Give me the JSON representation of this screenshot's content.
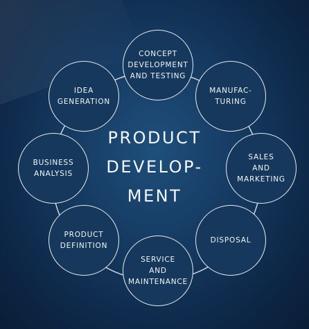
{
  "diagram": {
    "center_title": "PRODUCT\nDEVELOP-\nMENT",
    "stages": [
      {
        "id": "concept",
        "label": "CONCEPT\nDEVELOPMENT\nAND TESTING"
      },
      {
        "id": "manufacturing",
        "label": "MANUFAC-\nTURING"
      },
      {
        "id": "sales",
        "label": "SALES\nAND\nMARKETING"
      },
      {
        "id": "disposal",
        "label": "DISPOSAL"
      },
      {
        "id": "service",
        "label": "SERVICE\nAND\nMAINTENANCE"
      },
      {
        "id": "product-definition",
        "label": "PRODUCT\nDEFINITION"
      },
      {
        "id": "business-analysis",
        "label": "BUSINESS\nANALYSIS"
      },
      {
        "id": "idea-generation",
        "label": "IDEA\nGENERATION"
      }
    ]
  },
  "colors": {
    "background": "#153a61",
    "stroke": "#ffffff",
    "text": "#f2f6fb"
  }
}
